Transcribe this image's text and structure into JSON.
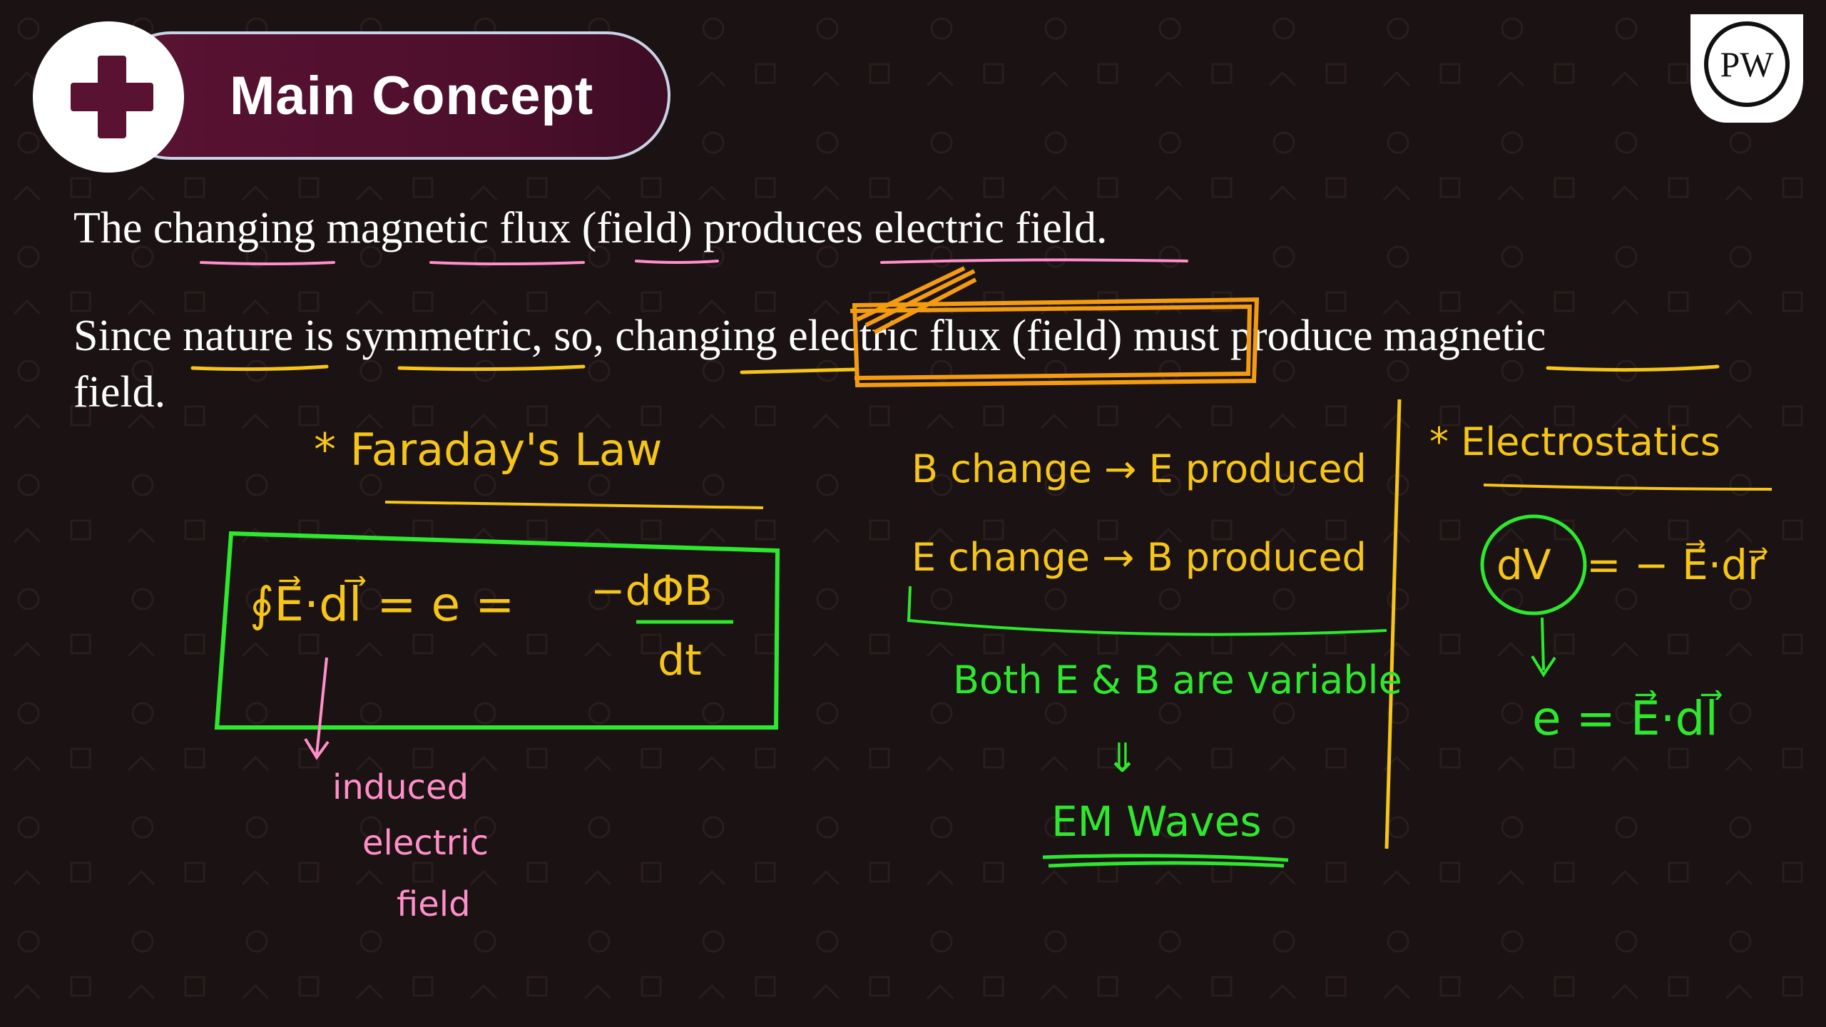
{
  "header": {
    "title": "Main Concept",
    "icon": "plus-icon",
    "logo_text": "PW"
  },
  "content": {
    "line1": "The changing magnetic flux (field) produces electric field.",
    "line2": "Since nature is symmetric, so, changing electric flux (field) must produce magnetic",
    "line3": "field."
  },
  "annotations": {
    "faraday_heading": "* Faraday's Law",
    "faraday_lhs": "∮E⃗·dl⃗ = e =",
    "faraday_numer": "−dΦB",
    "faraday_denom": "dt",
    "induced_1": "induced",
    "induced_2": "electric",
    "induced_3": "field",
    "b_change": "B change → E produced",
    "e_change": "E change → B produced",
    "both_variable": "Both E & B are variable",
    "arrow_down": "⇓",
    "em_waves": "EM Waves",
    "electrostatics_heading": "* Electrostatics",
    "dv_formula_a": "dV",
    "dv_formula_b": "= − E⃗·dr⃗",
    "e_formula": "e = E⃗·dl⃗"
  },
  "colors": {
    "background": "#1b1213",
    "header": "#5a1233",
    "highlight_yellow": "#f5c518",
    "highlight_orange": "#f39c12",
    "pink": "#ff8fc8",
    "green": "#2ee82e"
  }
}
